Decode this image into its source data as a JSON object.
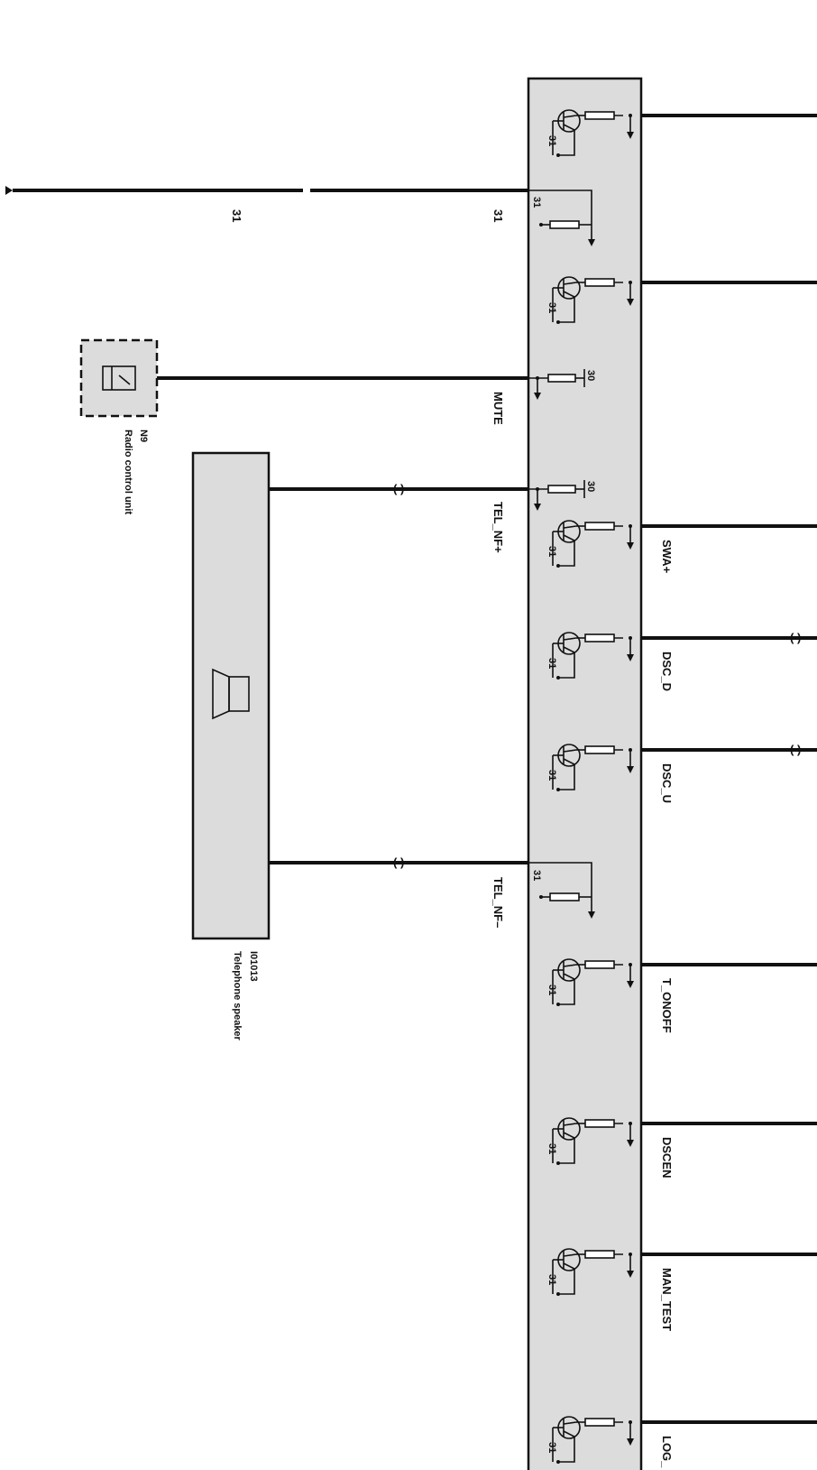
{
  "ground_wire": {
    "label_left": "31",
    "label_right": "31"
  },
  "radio_control_unit": {
    "code": "N9",
    "name": "Radio control unit"
  },
  "telephone_speaker": {
    "code": "I01013",
    "name": "Telephone speaker"
  },
  "left_signals": {
    "mute": "MUTE",
    "tel_nf_plus": "TEL_NF+",
    "tel_nf_minus": "TEL_NF–"
  },
  "right_signals": {
    "swa_plus": "SWA+",
    "dsc_d": "DSC_D",
    "dsc_u": "DSC_U",
    "t_onoff": "T_ONOFF",
    "dscen": "DSCEN",
    "man_test": "MAN_TEST",
    "log": "LOG_"
  },
  "terminals": {
    "ground": "31",
    "supply": "30"
  }
}
